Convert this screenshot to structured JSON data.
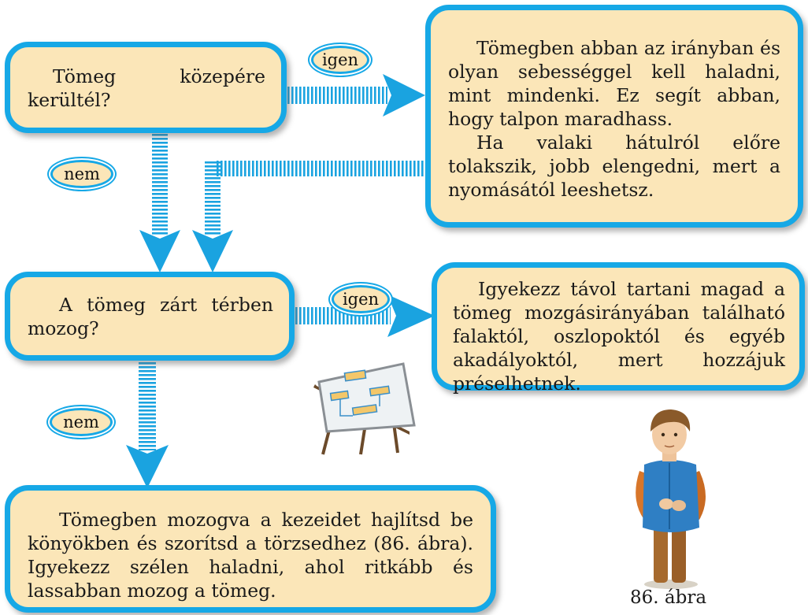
{
  "flowchart": {
    "question_1": "Tömeg közepére kerültél?",
    "question_2": "A tömeg zárt térben mozog?",
    "answer_1": {
      "para_1": "Tömegben abban az irányban és olyan sebességgel kell haladni, mint mindenki. Ez segít abban, hogy talpon maradhass.",
      "para_2": "Ha valaki hátulról előre tolakszik, jobb elengedni, mert a nyomásától leeshetsz."
    },
    "answer_2": "Igyekezz távol tartani magad a tömeg mozgásirányában található falaktól, oszlopoktól és egyéb akadályoktól, mert hozzájuk préselhetnek.",
    "answer_3": "Tömegben mozogva a kezeidet hajlítsd be könyökben és szorítsd a törzsedhez (86. ábra). Igyekezz szélen haladni, ahol ritkább és lassabban mozog a tömeg.",
    "labels": {
      "yes_1": "igen",
      "no_1": "nem",
      "yes_2": "igen",
      "no_2": "nem"
    }
  },
  "figure": {
    "caption": "86. ábra"
  },
  "icons": {
    "easel": "flowchart-easel-icon",
    "boy": "boy-illustration"
  },
  "colors": {
    "border": "#16a8e6",
    "box_fill": "#fbe6b8",
    "arrow": "#1aa3e0"
  }
}
